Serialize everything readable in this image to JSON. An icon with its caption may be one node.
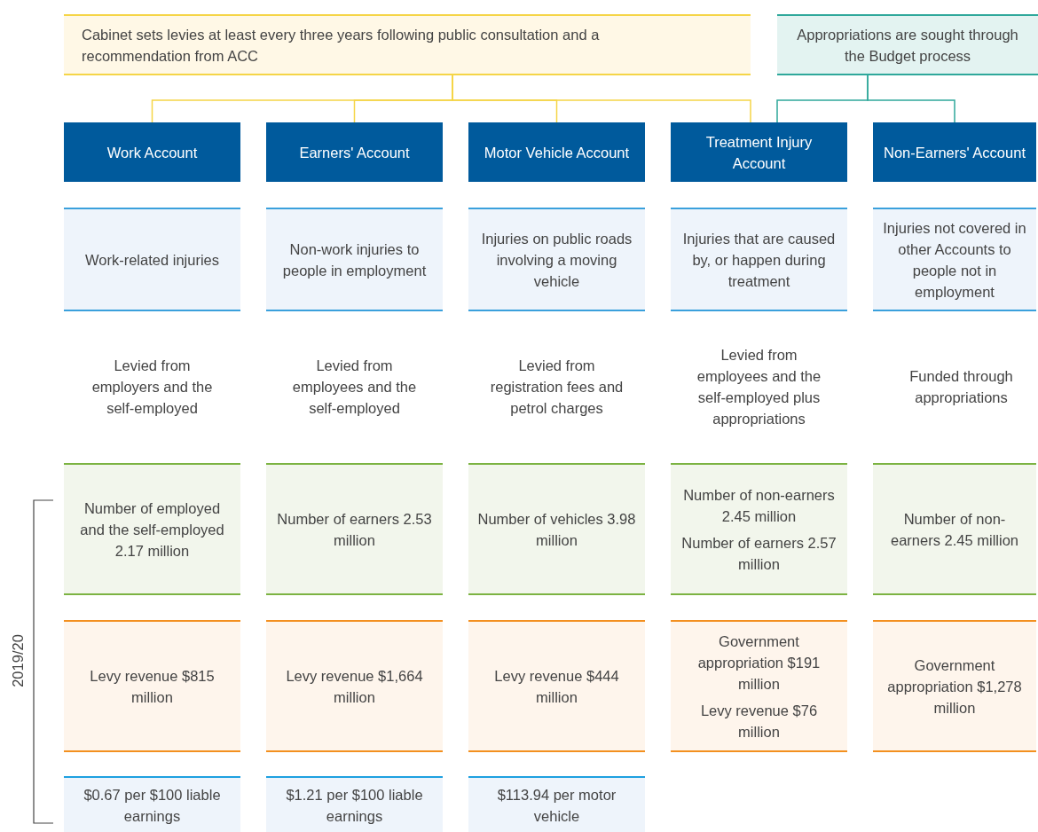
{
  "diagram": {
    "nodes": [
      {
        "text": [
          "Cabinet sets levies at least every three years following public consultation and a recommendation from ACC"
        ]
      },
      {
        "text": [
          "Appropriations are sought through the Budget process"
        ]
      },
      {
        "text": [
          "Work Account"
        ]
      },
      {
        "text": [
          "Earners' Account"
        ]
      },
      {
        "text": [
          "Motor Vehicle Account"
        ]
      },
      {
        "text": [
          "Treatment Injury Account"
        ]
      },
      {
        "text": [
          "Non-Earners' Account"
        ]
      },
      {
        "text": [
          "Work-related injuries"
        ]
      },
      {
        "text": [
          "Non-work injuries to people in employment"
        ]
      },
      {
        "text": [
          "Injuries on public roads involving a moving vehicle"
        ]
      },
      {
        "text": [
          "Injuries that are caused by, or happen during treatment"
        ]
      },
      {
        "text": [
          "Injuries not covered in other Accounts to people not in employment"
        ]
      },
      {
        "text": [
          "Number of employed and the self-employed 2.17 million"
        ]
      },
      {
        "text": [
          "Number of earners 2.53 million"
        ]
      },
      {
        "text": [
          "Number of vehicles 3.98 million"
        ]
      },
      {
        "text": [
          "Number of non-earners 2.45 million",
          "Number of earners 2.57 million"
        ]
      },
      {
        "text": [
          "Number of non-earners 2.45 million"
        ]
      },
      {
        "text": [
          "Levy revenue $815 million"
        ]
      },
      {
        "text": [
          "Levy revenue $1,664 million"
        ]
      },
      {
        "text": [
          "Levy revenue $444 million"
        ]
      },
      {
        "text": [
          "Government appropriation $191 million",
          "Levy revenue $76 million"
        ]
      },
      {
        "text": [
          "Government appropriation $1,278 million"
        ]
      },
      {
        "text": [
          "$0.67 per $100 liable earnings"
        ]
      },
      {
        "text": [
          "$1.21 per $100 liable earnings"
        ]
      },
      {
        "text": [
          "$113.94 per motor vehicle"
        ]
      }
    ],
    "edges": [
      {
        "from": 0,
        "to": 2,
        "arrow": "none"
      },
      {
        "from": 0,
        "to": 3,
        "arrow": "none"
      },
      {
        "from": 0,
        "to": 4,
        "arrow": "none"
      },
      {
        "from": 0,
        "to": 5,
        "arrow": "none"
      },
      {
        "from": 1,
        "to": 5,
        "arrow": "none",
        "color": "#2fa89b"
      },
      {
        "from": 1,
        "to": 6,
        "arrow": "none",
        "color": "#2fa89b"
      }
    ],
    "labels": [
      "Levied from employers and the self-employed",
      "Levied from employees and the self-employed",
      "Levied from registration fees and petrol charges",
      "Levied from employees and the self-employed plus appropriations",
      "Funded through appropriations",
      "2019/20"
    ]
  }
}
